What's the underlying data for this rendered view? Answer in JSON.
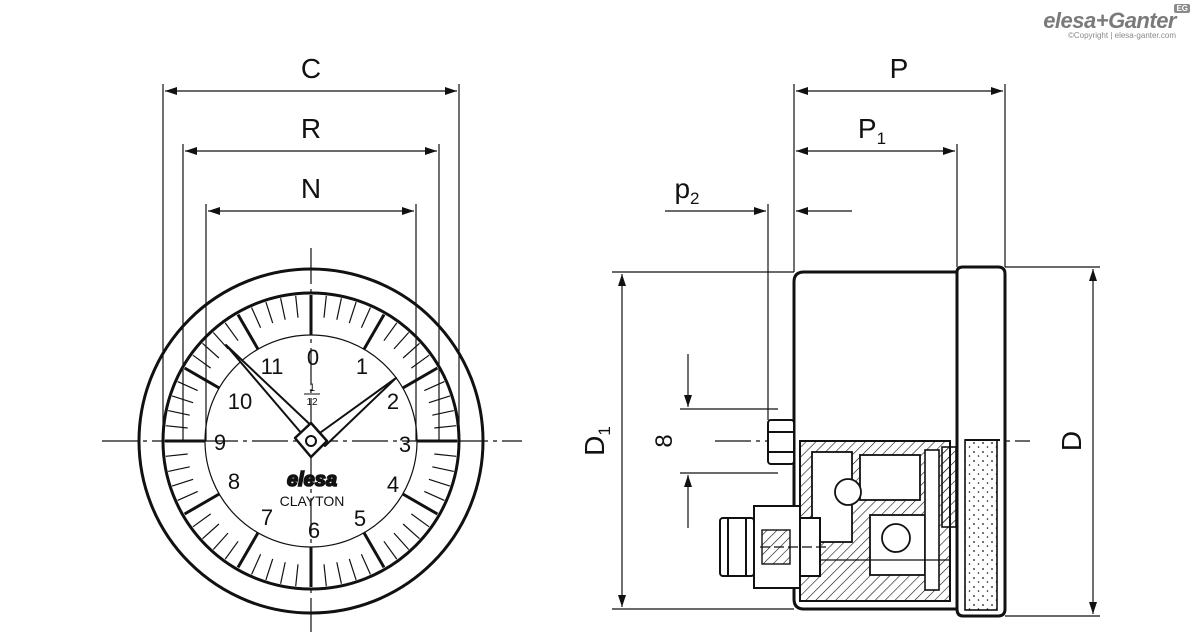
{
  "brand": {
    "name": "elesa+Ganter",
    "copyright": "©Copyright | elesa-ganter.com",
    "badge": "EG"
  },
  "dimensions": {
    "C": "C",
    "R": "R",
    "N": "N",
    "P": "P",
    "P1_main": "P",
    "P1_sub": "1",
    "p2_main": "p",
    "p2_sub": "2",
    "D1_main": "D",
    "D1_sub": "1",
    "D": "D",
    "eight": "8"
  },
  "dial": {
    "numbers": [
      "0",
      "1",
      "2",
      "3",
      "4",
      "5",
      "6",
      "7",
      "8",
      "9",
      "10",
      "11"
    ],
    "fraction_top": "1",
    "fraction_bottom": "12",
    "logo": "elesa",
    "model": "CLAYTON"
  }
}
